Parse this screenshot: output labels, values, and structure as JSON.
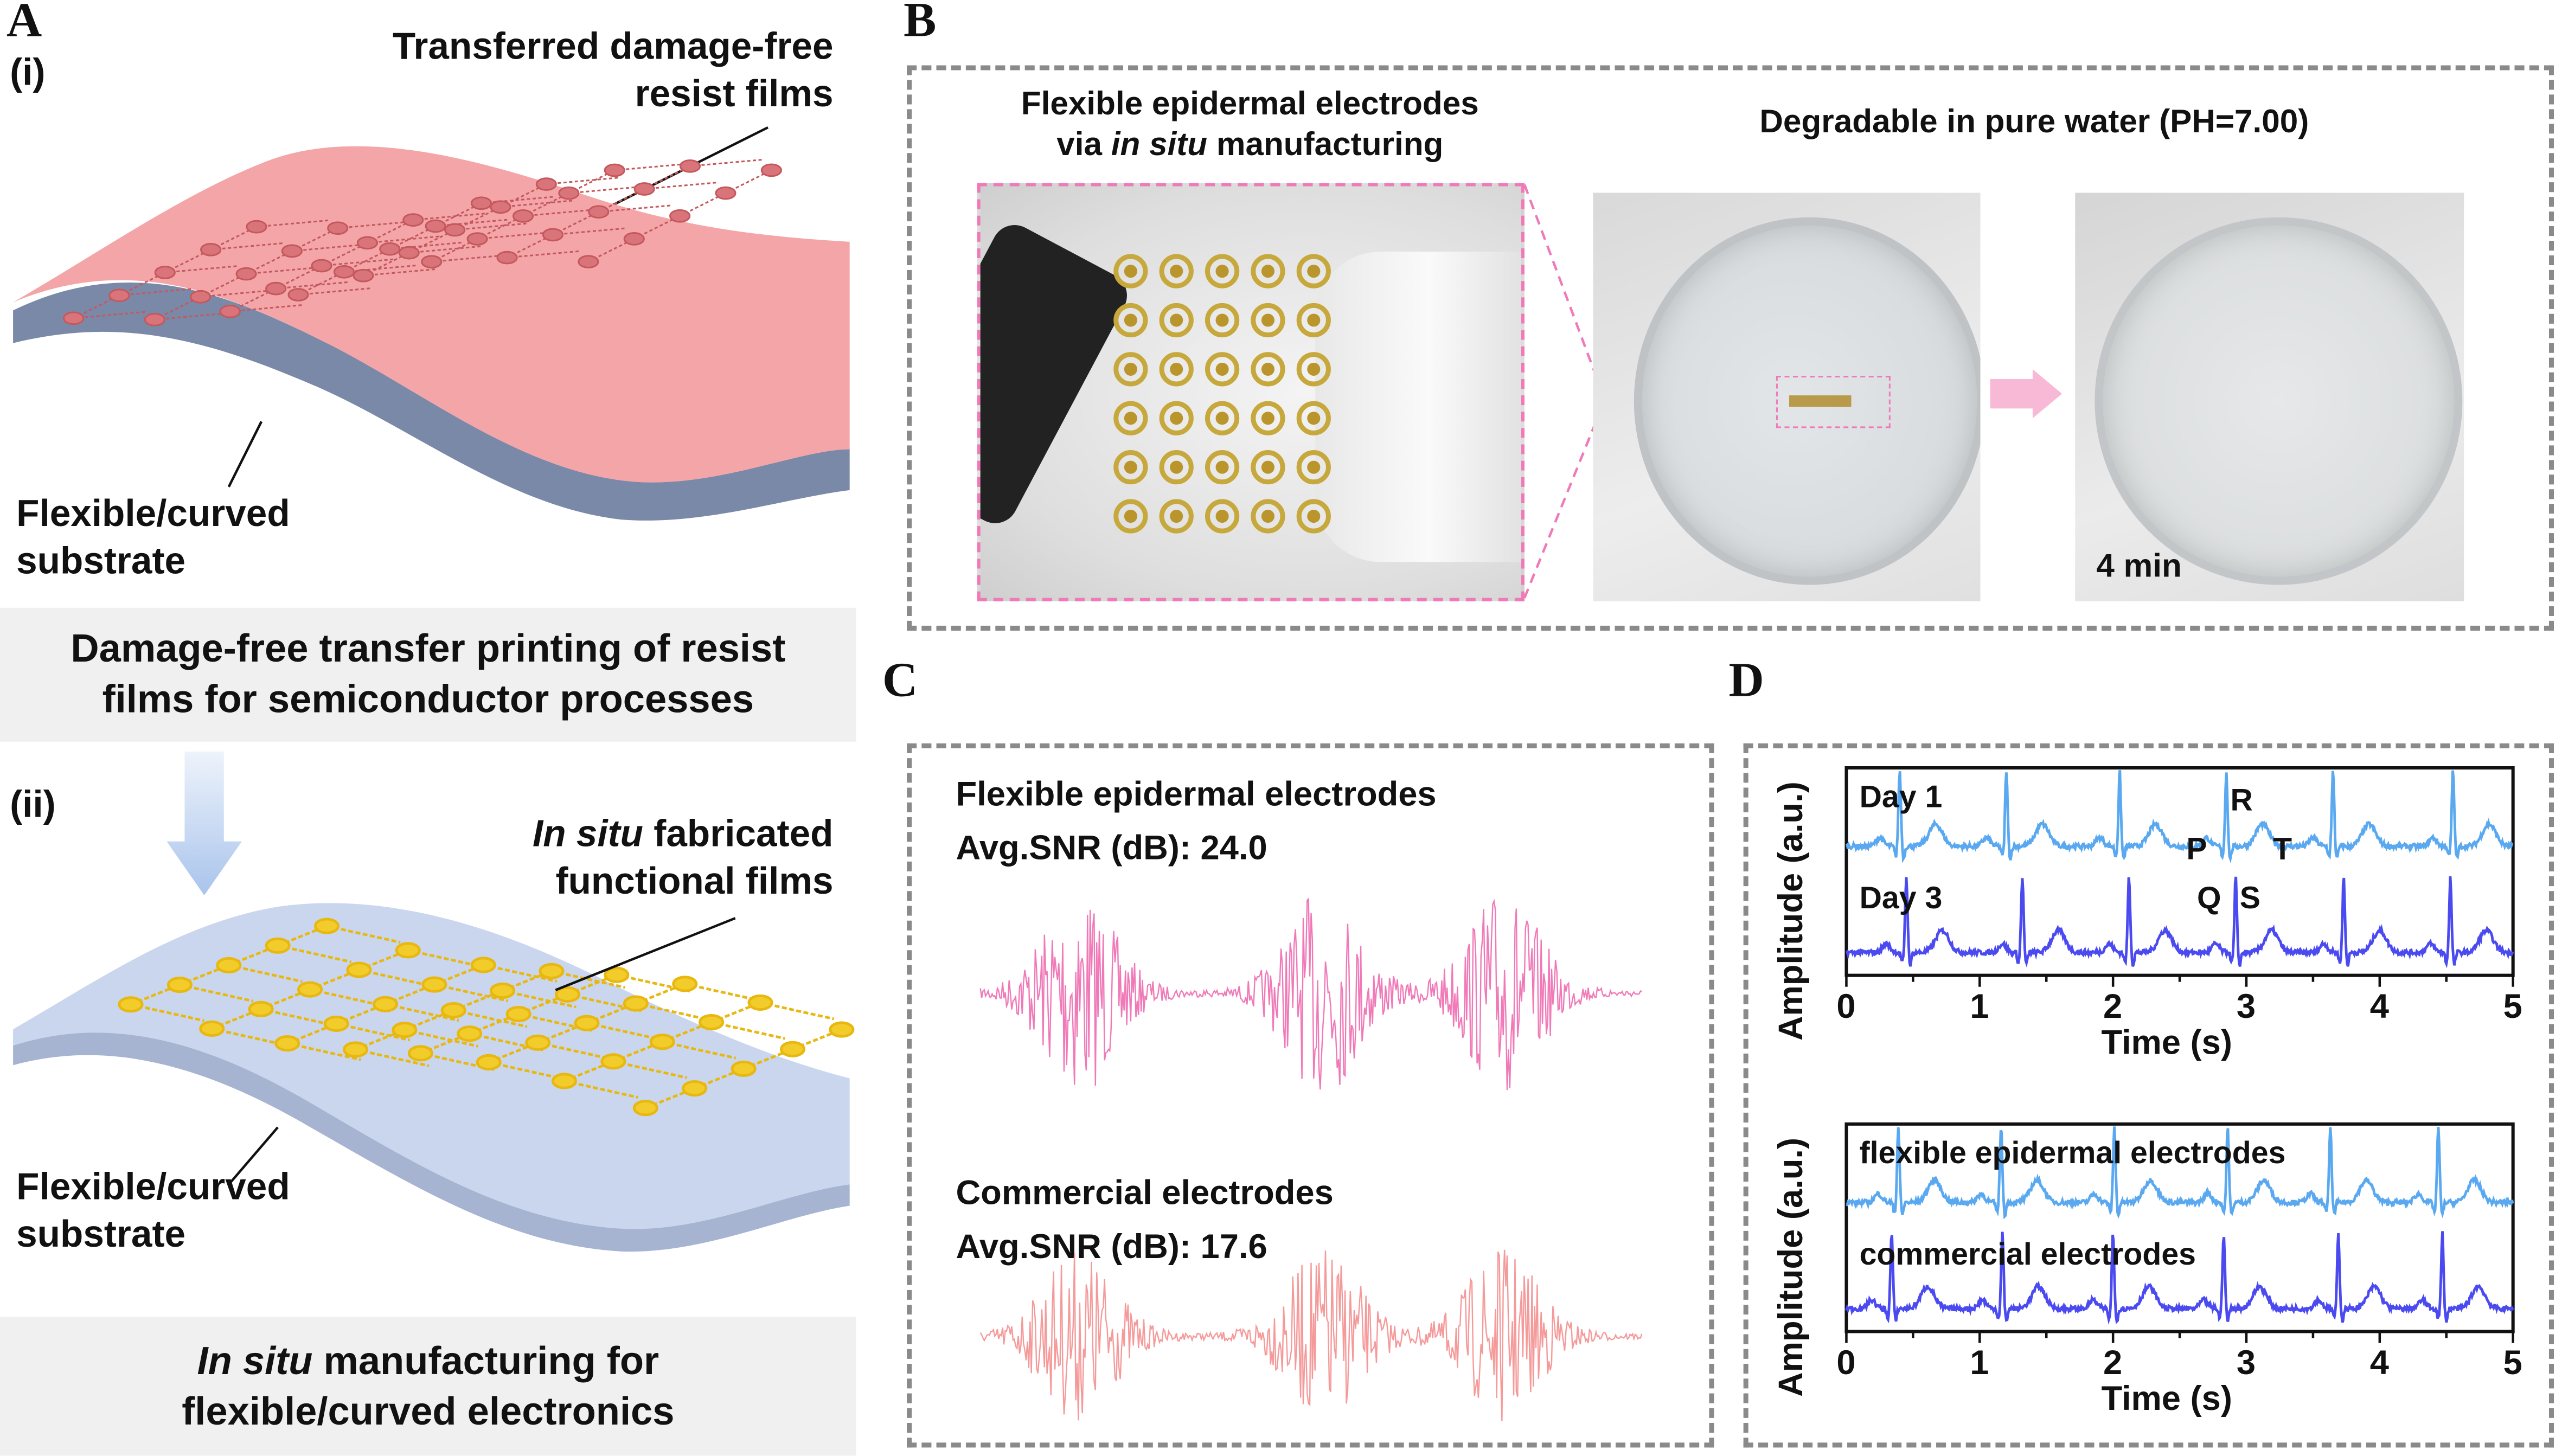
{
  "panel_a": {
    "label": "A",
    "step1": {
      "label": "(i)",
      "callout": [
        "Transferred damage-free",
        "resist films"
      ],
      "substrate": [
        "Flexible/curved",
        "substrate"
      ],
      "caption": [
        "Damage-free transfer printing of resist",
        "films for semiconductor processes"
      ],
      "film_color": "#f4a5a8"
    },
    "step2": {
      "label": "(ii)",
      "callout_em": "In situ",
      "callout_rest": " fabricated",
      "callout_line2": "functional films",
      "substrate": [
        "Flexible/curved",
        "substrate"
      ],
      "caption_em": "In situ",
      "caption_rest": " manufacturing for",
      "caption_line2": "flexible/curved electronics",
      "film_color": "#c9d6ee",
      "pattern_color": "#f2cc2a"
    }
  },
  "panel_b": {
    "label": "B",
    "title1_line1": "Flexible epidermal electrodes",
    "title1_pre": "via ",
    "title1_em": "in situ",
    "title1_post": " manufacturing",
    "title2": "Degradable in pure water (PH=7.00)",
    "time_label": "4 min",
    "accent": "#f07ab8"
  },
  "panel_c": {
    "label": "C",
    "signal1": {
      "name": "Flexible epidermal electrodes",
      "snr": "Avg.SNR (dB): 24.0",
      "color": "#f07ab8"
    },
    "signal2": {
      "name": "Commercial electrodes",
      "snr": "Avg.SNR (dB): 17.6",
      "color": "#f59a9a"
    }
  },
  "panel_d": {
    "label": "D"
  },
  "chart_data": [
    {
      "type": "line",
      "xlabel": "Time (s)",
      "ylabel": "Amplitude (a.u.)",
      "xlim": [
        0,
        5
      ],
      "xticks": [
        "0",
        "1",
        "2",
        "3",
        "4",
        "5"
      ],
      "grid": false,
      "annotations": [
        "P",
        "Q",
        "R",
        "S",
        "T"
      ],
      "series": [
        {
          "name": "Day 1",
          "color": "#5aa9f0",
          "r_peaks_s": [
            0.4,
            1.2,
            2.05,
            2.85,
            3.65,
            4.55
          ]
        },
        {
          "name": "Day 3",
          "color": "#4a4af0",
          "r_peaks_s": [
            0.45,
            1.32,
            2.12,
            2.92,
            3.73,
            4.53
          ]
        }
      ]
    },
    {
      "type": "line",
      "xlabel": "Time (s)",
      "ylabel": "Amplitude (a.u.)",
      "xlim": [
        0,
        5
      ],
      "xticks": [
        "0",
        "1",
        "2",
        "3",
        "4",
        "5"
      ],
      "grid": false,
      "series": [
        {
          "name": "flexible epidermal electrodes",
          "color": "#5aa9f0",
          "r_peaks_s": [
            0.39,
            1.16,
            2.01,
            2.86,
            3.63,
            4.44
          ]
        },
        {
          "name": "commercial electrodes",
          "color": "#4a4af0",
          "r_peaks_s": [
            0.34,
            1.17,
            2.0,
            2.83,
            3.69,
            4.47
          ]
        }
      ]
    }
  ]
}
